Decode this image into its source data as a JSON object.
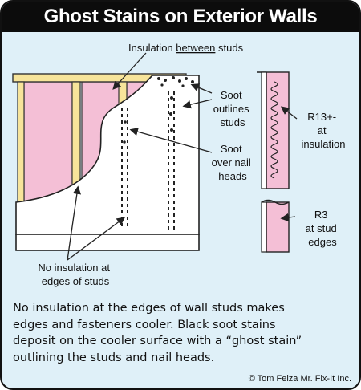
{
  "title": "Ghost Stains on Exterior Walls",
  "labels": {
    "insulation_between_pre": "Insulation ",
    "insulation_between_em": "between",
    "insulation_between_post": " studs",
    "soot_outlines": [
      "Soot",
      "outlines",
      "studs"
    ],
    "soot_nails": [
      "Soot",
      "over nail",
      "heads"
    ],
    "r13": [
      "R13+-",
      "at",
      "insulation"
    ],
    "r3": [
      "R3",
      "at stud",
      "edges"
    ],
    "no_insulation": [
      "No insulation at",
      "edges of studs"
    ]
  },
  "caption": [
    "No insulation at the edges of wall studs makes",
    "edges and fasteners cooler.  Black soot stains",
    "deposit on the cooler surface with a “ghost stain”",
    "outlining the studs and nail heads."
  ],
  "credit": "© Tom Feiza Mr. Fix-It Inc.",
  "colors": {
    "background": "#dff0f8",
    "title_bar": "#0c0c0c",
    "insulation": "#f4bfd6",
    "stud": "#f7e49a",
    "drywall": "#ffffff"
  }
}
